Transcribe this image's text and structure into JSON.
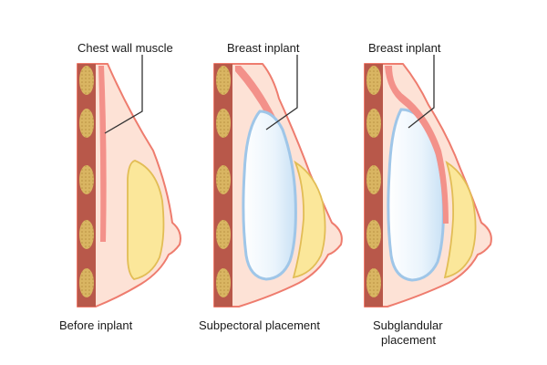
{
  "panels": [
    {
      "callout": "Chest wall muscle",
      "caption": [
        "Before inplant"
      ]
    },
    {
      "callout": "Breast inplant",
      "caption": [
        "Subpectoral placement"
      ]
    },
    {
      "callout": "Breast inplant",
      "caption": [
        "Subglandular",
        "placement"
      ]
    }
  ],
  "colors": {
    "skin_fill": "#fde2d6",
    "skin_outline": "#ee7c6e",
    "muscle": "#f3918a",
    "chest_wall": "#b8584a",
    "rib": "#d9b562",
    "rib_dots": "#b89040",
    "gland_fill": "#fbe79a",
    "gland_stroke": "#e2bd55",
    "implant_fill": "#eaf4fc",
    "implant_stroke": "#9fc6e8",
    "leader_line": "#333333"
  }
}
